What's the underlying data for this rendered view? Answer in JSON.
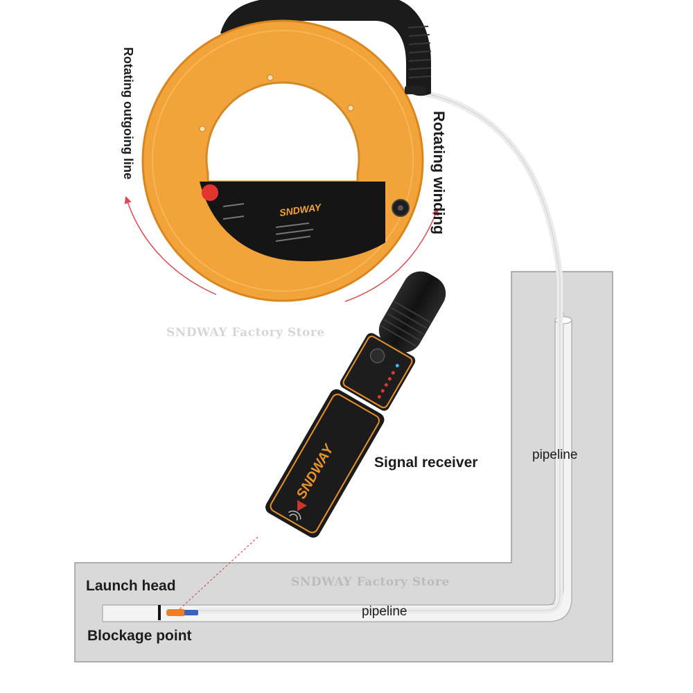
{
  "labels": {
    "rotating_outgoing": "Rotating outgoing line",
    "rotating_winding": "Rotating winding",
    "signal_receiver": "Signal receiver",
    "pipeline_vertical": "pipeline",
    "pipeline_horizontal": "pipeline",
    "launch_head": "Launch head",
    "blockage_point": "Blockage point"
  },
  "watermarks": {
    "top": "SNDWAY Factory Store",
    "bottom": "SNDWAY Factory Store"
  },
  "device": {
    "reel_brand": "SNDWAY",
    "receiver_brand": "SNDWAY"
  },
  "colors": {
    "reel_orange": "#f2a33a",
    "device_black": "#1b1b1b",
    "accent_orange": "#e9922b",
    "wall_gray": "#d8d8d8",
    "arrow_red": "#e0474f"
  }
}
